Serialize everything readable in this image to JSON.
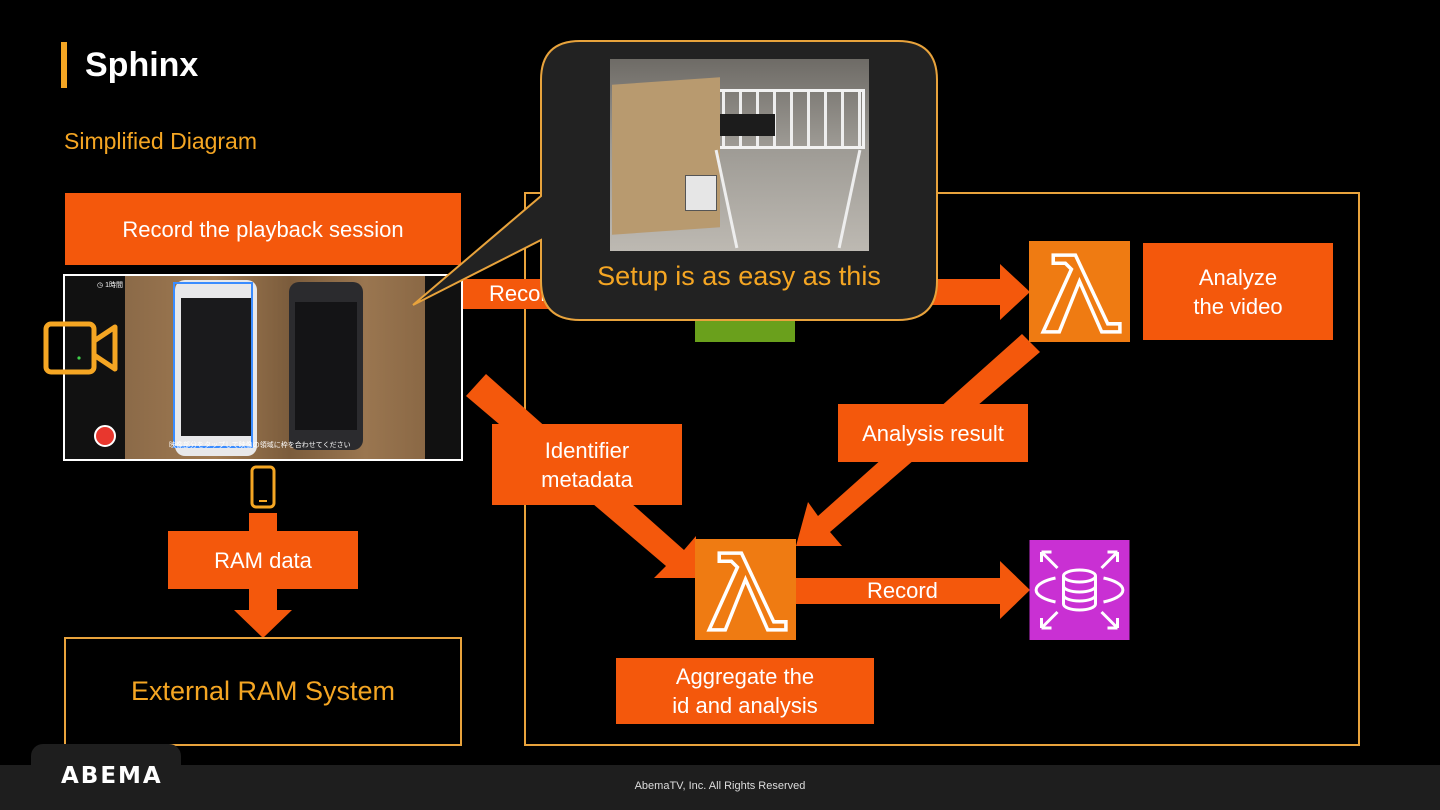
{
  "page": {
    "title": "Sphinx",
    "subtitle": "Simplified Diagram"
  },
  "left": {
    "record_session": "Record the playback session",
    "screen_caption": "映像部分をタップして映像の領域に枠を合わせてください",
    "screen_timer": "1時間",
    "ram_data": "RAM data",
    "external_system": "External RAM System"
  },
  "flow": {
    "record_partial": "Recor",
    "r_partial": "r",
    "analyze_video": "Analyze\nthe video",
    "analysis_result": "Analysis result",
    "identifier_metadata": "Identifier\nmetadata",
    "record": "Record",
    "aggregate": "Aggregate the\nid and analysis"
  },
  "callout": {
    "text": "Setup is as easy as this"
  },
  "icons": {
    "lambda_top": "lambda-icon",
    "lambda_bottom": "lambda-icon",
    "database": "database-icon",
    "camera": "video-camera-icon",
    "phone": "smartphone-icon"
  },
  "colors": {
    "accent": "#f5a623",
    "arrow": "#f4580c",
    "lambda": "#ef7b12",
    "database": "#c930d3",
    "storage": "#6aa01c"
  },
  "footer": {
    "logo": "ABEMA",
    "copyright": "AbemaTV, Inc. All Rights Reserved"
  }
}
